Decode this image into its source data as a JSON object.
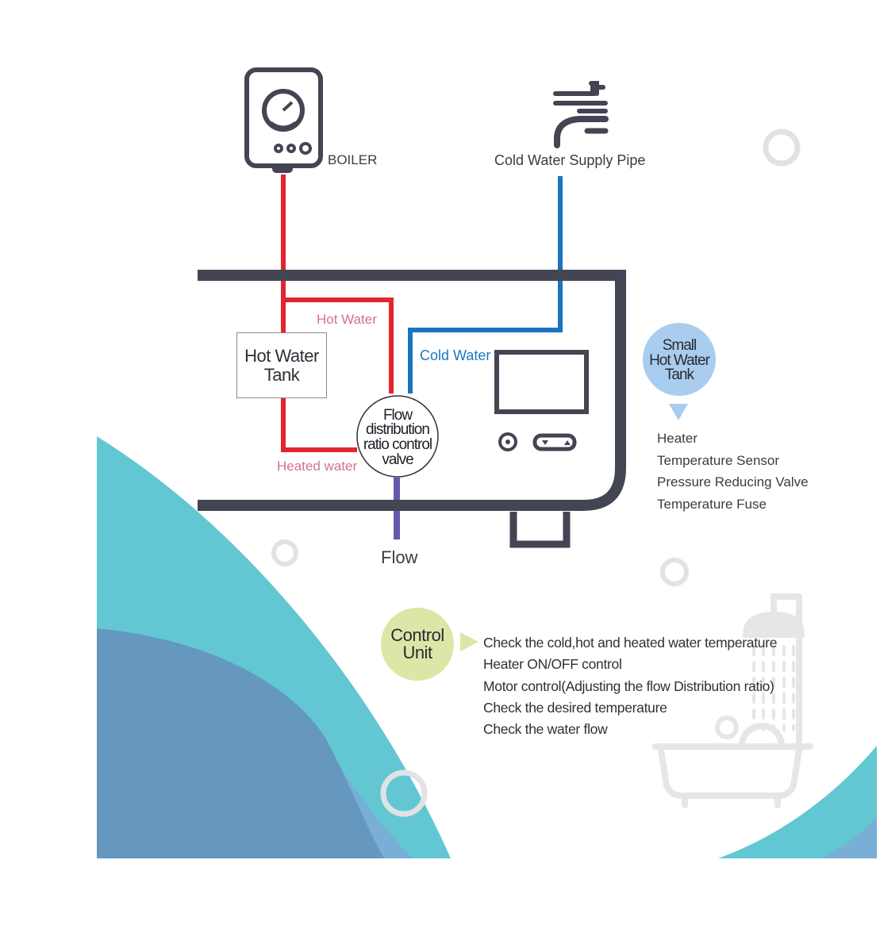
{
  "labels": {
    "boiler": "BOILER",
    "cold_water_supply_pipe": "Cold Water Supply Pipe",
    "hot_water": "Hot Water",
    "cold_water": "Cold Water",
    "heated_water": "Heated water",
    "flow": "Flow"
  },
  "hot_water_tank": {
    "line1": "Hot Water",
    "line2": "Tank"
  },
  "valve": {
    "line1": "Flow",
    "line2": "distribution",
    "line3": "ratio control",
    "line4": "valve"
  },
  "small_tank": {
    "line1": "Small",
    "line2": "Hot Water",
    "line3": "Tank",
    "components": [
      "Heater",
      "Temperature Sensor",
      "Pressure Reducing Valve",
      "Temperature Fuse"
    ]
  },
  "control_unit": {
    "line1": "Control",
    "line2": "Unit",
    "functions": [
      "Check the cold,hot and heated water temperature",
      "Heater ON/OFF control",
      "Motor control(Adjusting the flow Distribution ratio)",
      "Check the desired temperature",
      "Check the water flow"
    ]
  },
  "colors": {
    "hot_line": "#e32530",
    "cold_line": "#1a74c0",
    "flow_line": "#6459b0",
    "frame": "#434553",
    "hot_label": "#d2738b",
    "cold_label": "#1a78c2",
    "small_tank_badge": "#a9cdee",
    "control_badge": "#dbe7a6",
    "wave_teal": "#62c7d3",
    "wave_blue": "#6597bf"
  }
}
